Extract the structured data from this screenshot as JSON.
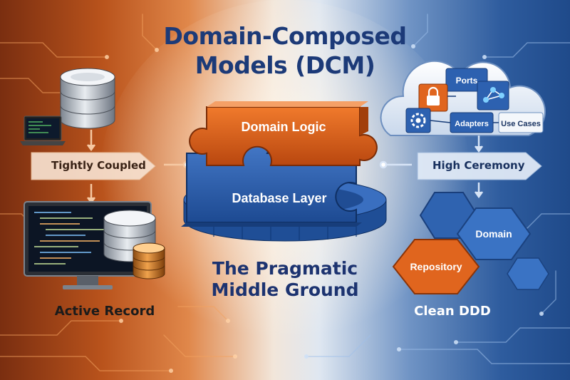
{
  "title_lines": [
    "Domain-Composed",
    "Models (DCM)"
  ],
  "tagline_lines": [
    "The Pragmatic",
    "Middle Ground"
  ],
  "left_panel": {
    "label": "Active Record",
    "arrow_label": "Tightly Coupled",
    "icons": [
      "database-icon",
      "laptop-icon",
      "monitor-icon",
      "code-lines-icon"
    ]
  },
  "center_panel": {
    "top_piece": "Domain Logic",
    "bottom_piece": "Database Layer",
    "icons": [
      "puzzle-piece-icon"
    ]
  },
  "right_panel": {
    "label": "Clean DDD",
    "arrow_label": "High Ceremony",
    "cloud_items": [
      "Ports",
      "Adapters",
      "Use Cases"
    ],
    "hexagons": [
      "Domain",
      "Repository"
    ],
    "icons": [
      "cloud-icon",
      "lock-icon",
      "gear-icon",
      "network-icon",
      "hexagon-icon"
    ]
  },
  "colors": {
    "title": "#1c3a78",
    "orange": "#d9621f",
    "blue": "#2a5fae",
    "dark_blue": "#1c3370"
  }
}
